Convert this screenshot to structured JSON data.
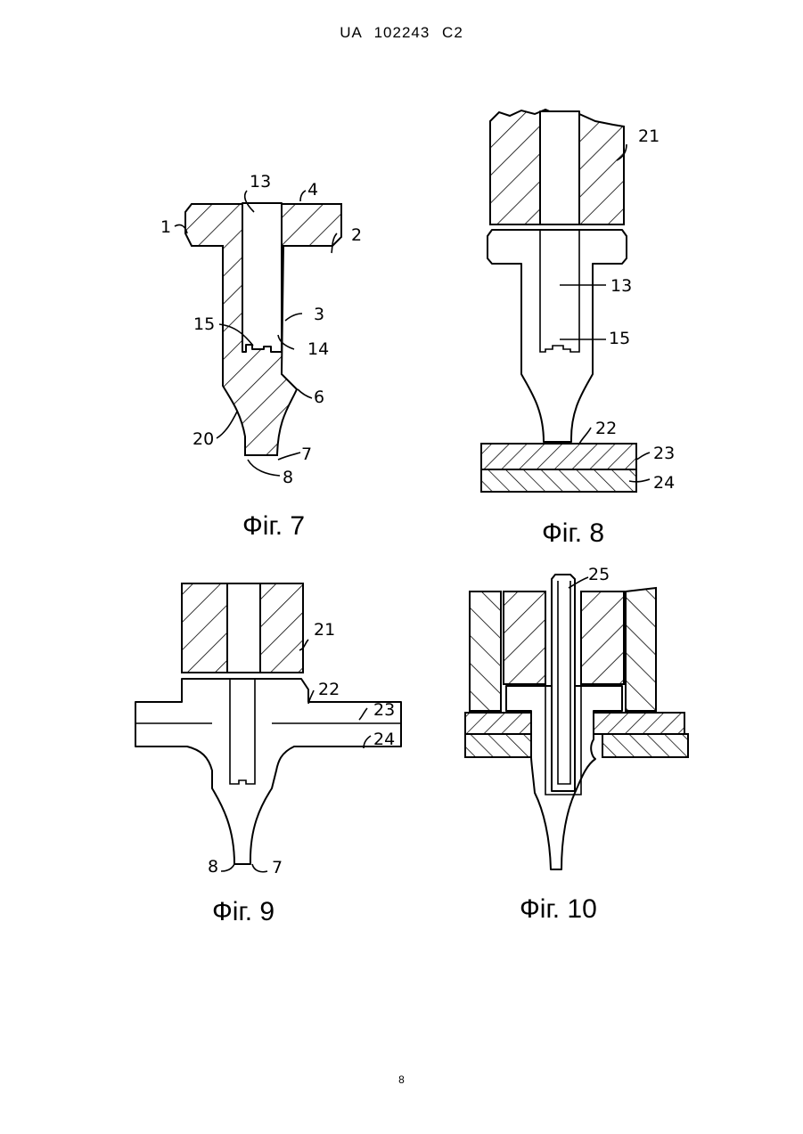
{
  "header": "UA 102243 C2",
  "page_number": "8",
  "figures": [
    {
      "id": "fig7",
      "caption": "Фіг. 7",
      "labels": {
        "l1": "1",
        "l2": "2",
        "l3": "3",
        "l4": "4",
        "l6": "6",
        "l7": "7",
        "l8": "8",
        "l13": "13",
        "l14": "14",
        "l15": "15",
        "l20": "20"
      }
    },
    {
      "id": "fig8",
      "caption": "Фіг. 8",
      "labels": {
        "l13": "13",
        "l15": "15",
        "l21": "21",
        "l22": "22",
        "l23": "23",
        "l24": "24"
      }
    },
    {
      "id": "fig9",
      "caption": "Фіг. 9",
      "labels": {
        "l7": "7",
        "l8": "8",
        "l21": "21",
        "l22": "22",
        "l23": "23",
        "l24": "24"
      }
    },
    {
      "id": "fig10",
      "caption": "Фіг. 10",
      "labels": {
        "l25": "25"
      }
    }
  ]
}
